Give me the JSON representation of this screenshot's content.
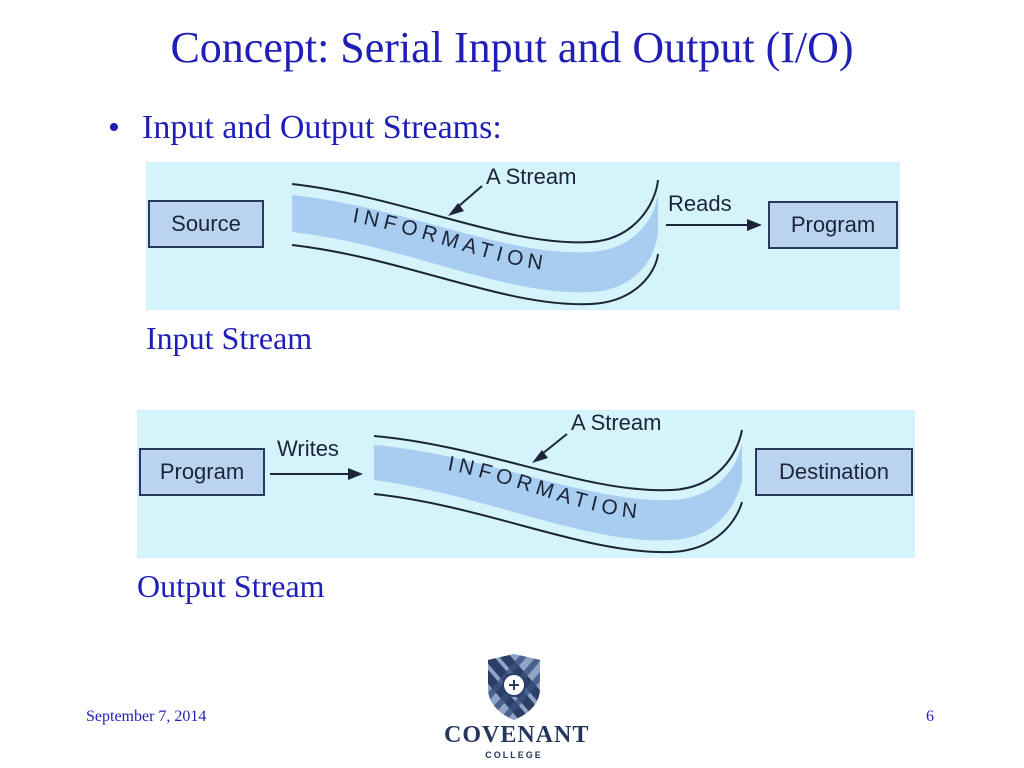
{
  "slide": {
    "title": "Concept: Serial Input and Output (I/O)",
    "bullet": "Input and Output Streams:"
  },
  "input_stream": {
    "caption": "Input Stream",
    "source_label": "Source",
    "program_label": "Program",
    "stream_label": "A Stream",
    "action_label": "Reads",
    "band_text": "INFORMATION"
  },
  "output_stream": {
    "caption": "Output Stream",
    "program_label": "Program",
    "destination_label": "Destination",
    "stream_label": "A Stream",
    "action_label": "Writes",
    "band_text": "INFORMATION"
  },
  "footer": {
    "date": "September 7, 2014",
    "page_number": "6"
  },
  "logo": {
    "name": "COVENANT",
    "subtitle": "COLLEGE"
  },
  "colors": {
    "title": "#1f1fb8",
    "panel_bg": "#d4f3fa",
    "box_fill": "#b9d3f0",
    "band_fill": "#a9cdf0",
    "ink": "#1c2538"
  }
}
